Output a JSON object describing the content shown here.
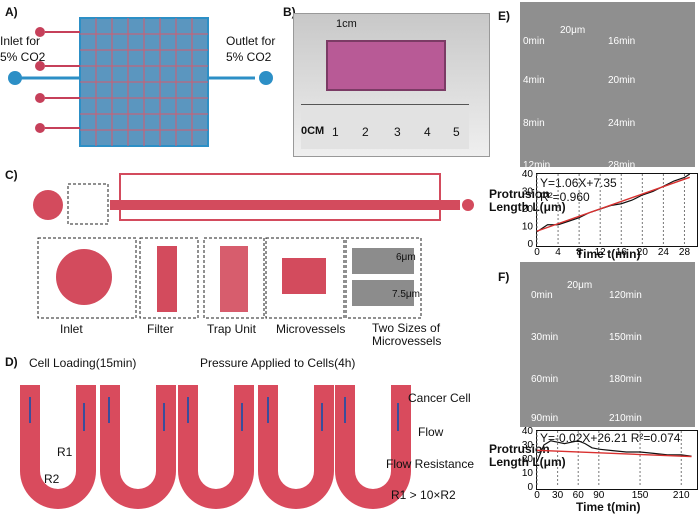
{
  "panels": {
    "A": "A)",
    "B": "B)",
    "C": "C)",
    "D": "D)",
    "E": "E)",
    "F": "F)"
  },
  "panelA": {
    "inlet": "Inlet for\n5% CO2",
    "outlet": "Outlet for\n5% CO2"
  },
  "panelB": {
    "scale_bar": "1cm",
    "ruler_unit": "0CM",
    "ruler_ticks": [
      "1",
      "2",
      "3",
      "4",
      "5"
    ]
  },
  "panelC": {
    "labels": [
      "Inlet",
      "Filter",
      "Trap Unit",
      "Microvessels",
      "Two Sizes of\nMicrovessels"
    ],
    "sizes": [
      "6μm",
      "7.5μm"
    ]
  },
  "panelD": {
    "title_left": "Cell Loading(15min)",
    "title_right": "Pressure Applied to Cells(4h)",
    "legend": {
      "cancer_cell": "Cancer Cell",
      "flow": "Flow",
      "flow_resistance": "Flow Resistance",
      "relation": "R1 > 10×R2"
    },
    "r1": "R1",
    "r2": "R2"
  },
  "panelE": {
    "scale": "20μm",
    "times_left": [
      "0min",
      "4min",
      "8min",
      "12min"
    ],
    "times_right": [
      "16min",
      "20min",
      "24min",
      "28min"
    ]
  },
  "panelF": {
    "scale": "20μm",
    "times_left": [
      "0min",
      "30min",
      "60min",
      "90min"
    ],
    "times_right": [
      "120min",
      "150min",
      "180min",
      "210min"
    ]
  },
  "chart_data": [
    {
      "type": "line",
      "title": "",
      "xlabel": "Time t(min)",
      "ylabel": "Protrusion\nLength L(μm)",
      "xlim": [
        0,
        30
      ],
      "ylim": [
        0,
        40
      ],
      "xticks": [
        0,
        4,
        8,
        12,
        16,
        20,
        24,
        28
      ],
      "yticks": [
        0,
        10,
        20,
        30,
        40
      ],
      "annotation": "Y=1.06X+7.35\nR²=0.960",
      "series": [
        {
          "values_x": [
            0,
            2,
            4,
            6,
            8,
            10,
            12,
            14,
            16,
            18,
            20,
            22,
            24,
            26,
            28,
            29
          ],
          "values": [
            7,
            11,
            11,
            13,
            15,
            18,
            20,
            22,
            23,
            25,
            28,
            30,
            33,
            36,
            38,
            40
          ]
        },
        {
          "values_x": [
            0,
            29
          ],
          "values": [
            7.35,
            38.09
          ]
        }
      ]
    },
    {
      "type": "line",
      "title": "",
      "xlabel": "Time t(min)",
      "ylabel": "Protrusion\nLength L(μm)",
      "xlim": [
        0,
        230
      ],
      "ylim": [
        0,
        40
      ],
      "xticks": [
        0,
        30,
        60,
        90,
        150,
        210
      ],
      "yticks": [
        0,
        10,
        20,
        30,
        40
      ],
      "annotation": "Y=-0.02X+26.21  R²=0.074",
      "series": [
        {
          "values_x": [
            0,
            10,
            20,
            30,
            40,
            50,
            60,
            70,
            80,
            90,
            110,
            130,
            150,
            170,
            190,
            210,
            225
          ],
          "values": [
            18,
            30,
            33,
            32,
            31,
            32,
            33,
            31,
            28,
            27,
            26,
            25,
            25,
            24,
            23,
            23,
            22
          ]
        },
        {
          "values_x": [
            0,
            225
          ],
          "values": [
            26.21,
            21.71
          ]
        }
      ]
    }
  ]
}
